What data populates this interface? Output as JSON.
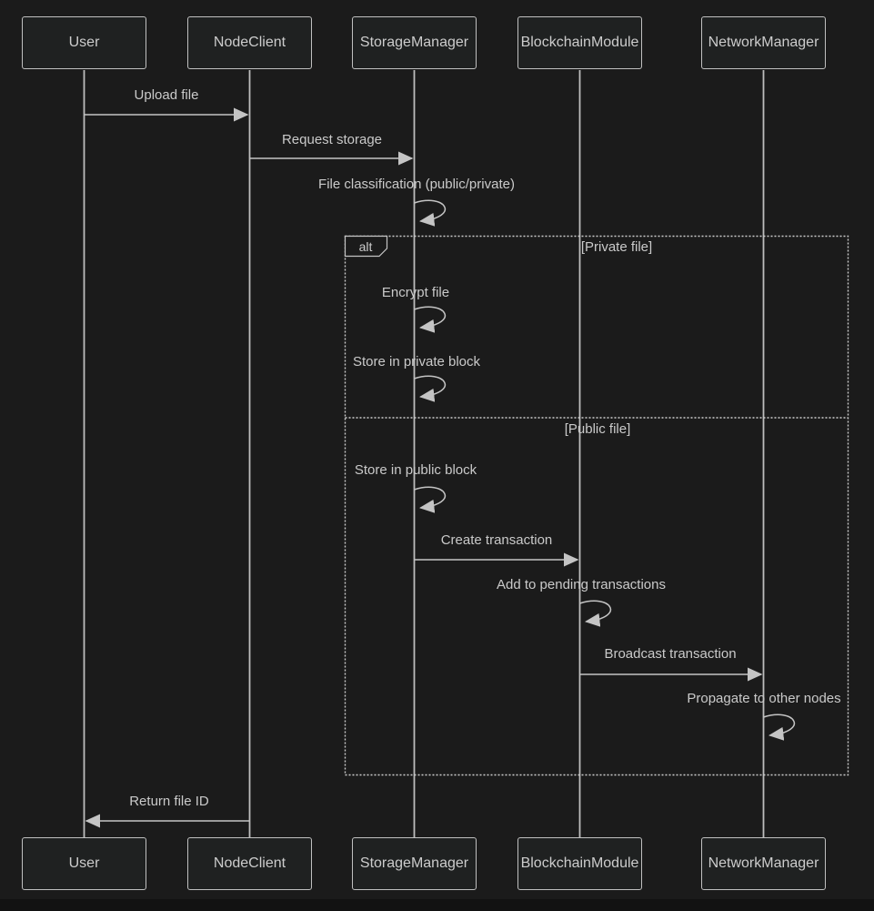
{
  "diagram": {
    "type": "sequence-diagram",
    "participants": [
      {
        "id": "user",
        "label": "User"
      },
      {
        "id": "nodeclient",
        "label": "NodeClient"
      },
      {
        "id": "storagemanager",
        "label": "StorageManager"
      },
      {
        "id": "blockchainmodule",
        "label": "BlockchainModule"
      },
      {
        "id": "networkmanager",
        "label": "NetworkManager"
      }
    ],
    "messages": [
      {
        "from": "User",
        "to": "NodeClient",
        "kind": "arrow",
        "text": "Upload file"
      },
      {
        "from": "NodeClient",
        "to": "StorageManager",
        "kind": "arrow",
        "text": "Request storage"
      },
      {
        "from": "StorageManager",
        "to": "StorageManager",
        "kind": "self",
        "text": "File classification (public/private)"
      },
      {
        "from": "StorageManager",
        "to": "StorageManager",
        "kind": "self",
        "text": "Encrypt file"
      },
      {
        "from": "StorageManager",
        "to": "StorageManager",
        "kind": "self",
        "text": "Store in private block"
      },
      {
        "from": "StorageManager",
        "to": "StorageManager",
        "kind": "self",
        "text": "Store in public block"
      },
      {
        "from": "StorageManager",
        "to": "BlockchainModule",
        "kind": "arrow",
        "text": "Create transaction"
      },
      {
        "from": "BlockchainModule",
        "to": "BlockchainModule",
        "kind": "self",
        "text": "Add to pending transactions"
      },
      {
        "from": "BlockchainModule",
        "to": "NetworkManager",
        "kind": "arrow",
        "text": "Broadcast transaction"
      },
      {
        "from": "NetworkManager",
        "to": "NetworkManager",
        "kind": "self",
        "text": "Propagate to other nodes"
      },
      {
        "from": "NodeClient",
        "to": "User",
        "kind": "arrow",
        "text": "Return file ID"
      }
    ],
    "alt_frame": {
      "label": "alt",
      "sections": [
        {
          "guard": "[Private file]"
        },
        {
          "guard": "[Public file]"
        }
      ]
    },
    "colors": {
      "background": "#1b1b1b",
      "box_fill": "#1f2121",
      "box_border": "#c0c0c0",
      "line": "#c4c4c4",
      "text": "#cacaca",
      "frame_border": "#cccccc"
    }
  }
}
